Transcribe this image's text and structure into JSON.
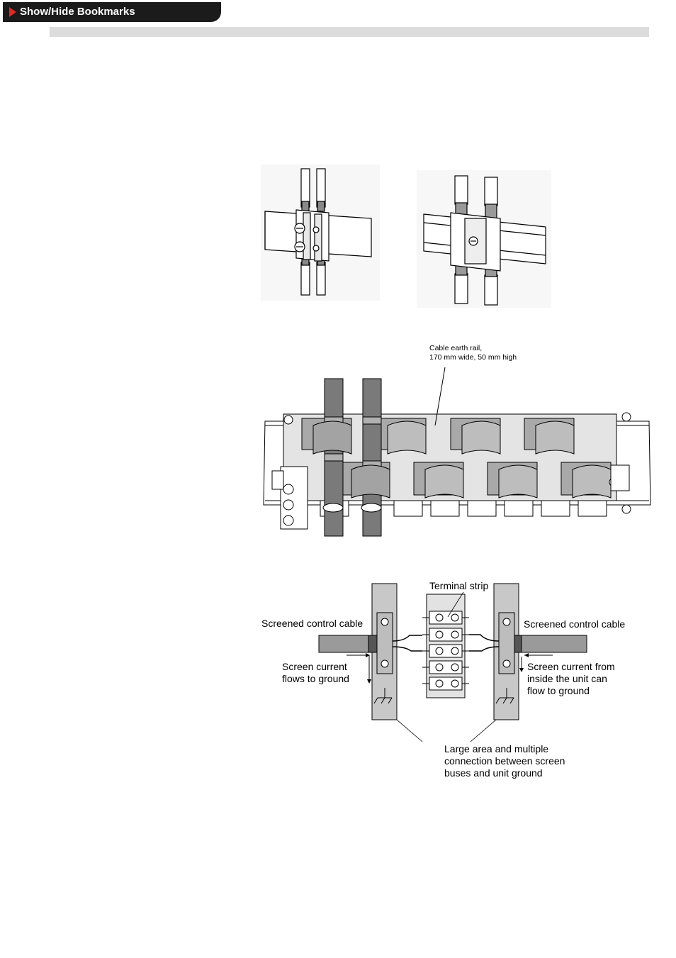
{
  "toolbar": {
    "bookmarks_label": "Show/Hide Bookmarks"
  },
  "figure2": {
    "rail_label_line1": "Cable earth rail,",
    "rail_label_line2": "170 mm wide, 50 mm high"
  },
  "figure3": {
    "terminal_strip": "Terminal strip",
    "cable_left": "Screened control cable",
    "cable_right": "Screened control cable",
    "left_note": [
      "Screen current",
      "flows to ground"
    ],
    "right_note": [
      "Screen current from",
      "inside the unit can",
      "flow to ground"
    ],
    "bottom_note": [
      "Large area and multiple",
      "connection between screen",
      "buses and unit ground"
    ]
  }
}
